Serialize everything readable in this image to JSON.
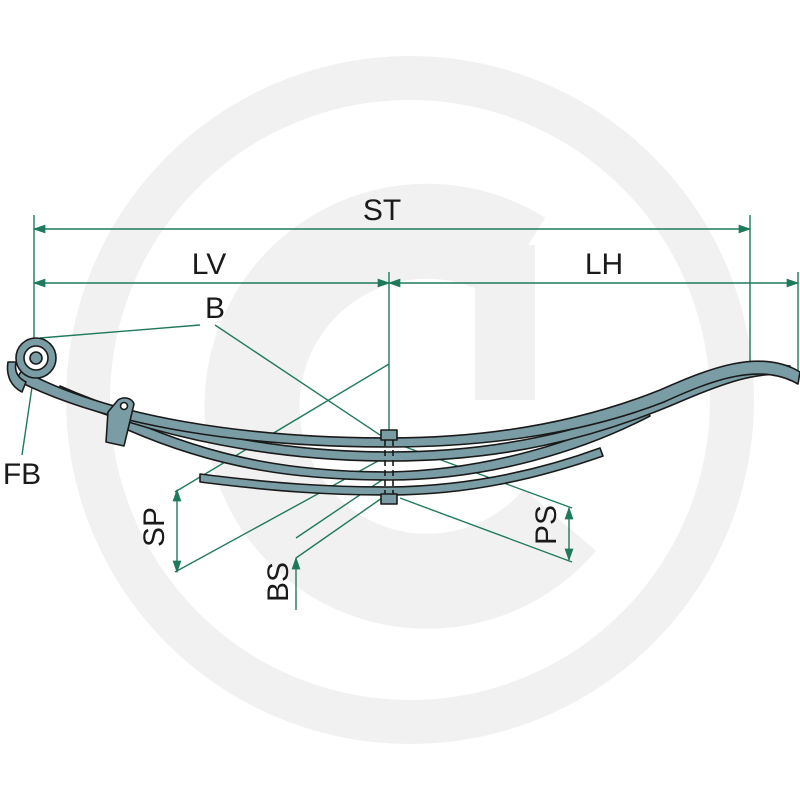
{
  "labels": {
    "st": "ST",
    "lv": "LV",
    "lh": "LH",
    "b": "B",
    "fb": "FB",
    "sp": "SP",
    "bs": "BS",
    "ps": "PS"
  },
  "colors": {
    "dimension_line": "#1f7a5c",
    "spring_fill": "#7a9da5",
    "spring_outline": "#1a1a1a",
    "watermark": "#f1f1f1",
    "text": "#1a1a1a"
  },
  "watermark_icon": "g-logo-watermark"
}
